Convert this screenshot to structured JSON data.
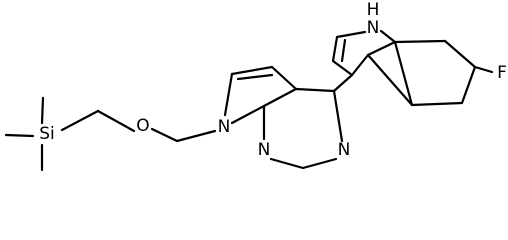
{
  "molecule": {
    "atoms": {
      "indole_nh": "H",
      "indole_n": "N",
      "fluorine": "F",
      "pyrrole_n": "N",
      "oxygen": "O",
      "silicon": "Si",
      "pyrimidine_n_left": "N",
      "pyrimidine_n_right": "N"
    }
  },
  "colors": {
    "bond": "#000000",
    "label": "#000000",
    "background": "#ffffff"
  }
}
